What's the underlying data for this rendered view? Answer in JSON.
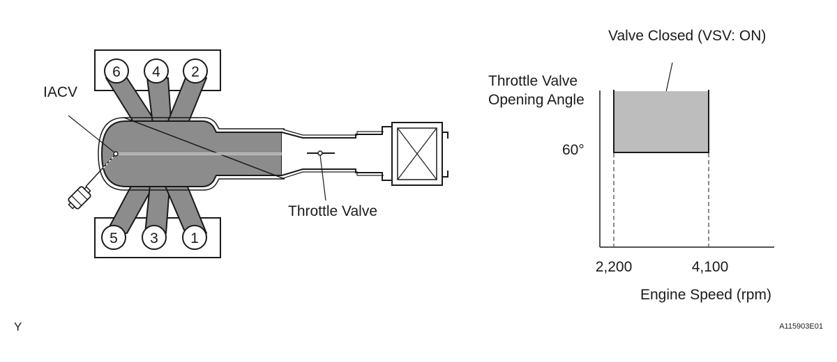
{
  "engine_diagram": {
    "cylinders": {
      "top": [
        "6",
        "4",
        "2"
      ],
      "bottom": [
        "5",
        "3",
        "1"
      ]
    },
    "labels": {
      "iacv": "IACV",
      "throttle_valve": "Throttle Valve"
    },
    "colors": {
      "passage_fill": "#8c8c8c",
      "line": "#1a1a1a"
    }
  },
  "chart": {
    "title": "Valve Closed (VSV: ON)",
    "ylabel_line1": "Throttle Valve",
    "ylabel_line2": "Opening Angle",
    "xlabel": "Engine Speed (rpm)",
    "y_tick": "60°",
    "x_ticks": [
      "2,200",
      "4,100"
    ],
    "colors": {
      "region_fill": "#bdbdbd"
    }
  },
  "chart_data": {
    "type": "area",
    "title": "Valve Closed (VSV: ON)",
    "xlabel": "Engine Speed (rpm)",
    "ylabel": "Throttle Valve Opening Angle",
    "x_ticks": [
      2200,
      4100
    ],
    "y_ticks": [
      60
    ],
    "regions": [
      {
        "label": "Valve Closed (VSV: ON)",
        "x_start": 2200,
        "x_end": 4100,
        "y_from": 60
      }
    ],
    "grid": false
  },
  "footer": {
    "corner_letter": "Y",
    "figure_code": "A115903E01"
  }
}
